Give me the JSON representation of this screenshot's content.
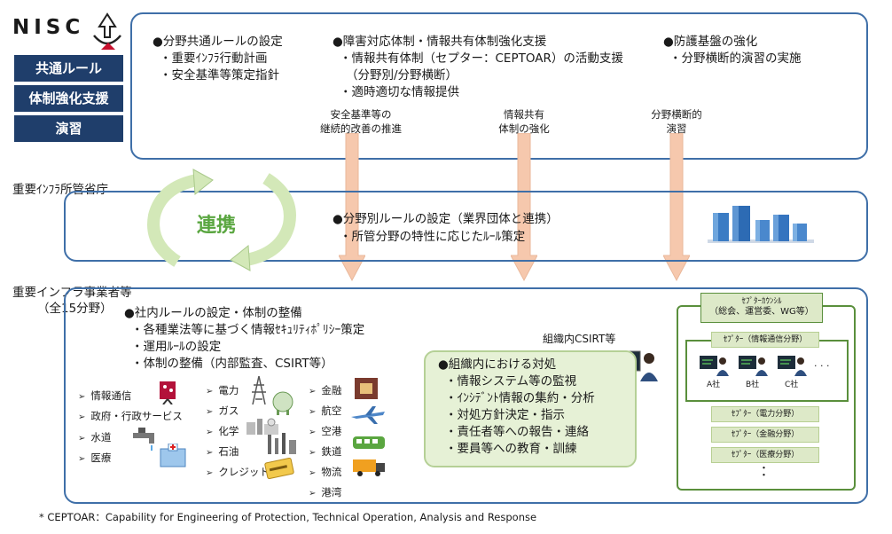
{
  "logo": {
    "text": "NISC"
  },
  "left_labels": [
    "共通ルール",
    "体制強化支援",
    "演習"
  ],
  "top_panel": {
    "col1": {
      "heading": "●分野共通ルールの設定",
      "items": [
        "・重要ｲﾝﾌﾗ行動計画",
        "・安全基準等策定指針"
      ]
    },
    "col2": {
      "heading": "●障害対応体制・情報共有体制強化支援",
      "items": [
        "・情報共有体制（セプター：CEPTOAR）の活動支援",
        "（分野別/分野横断）",
        "・適時適切な情報提供"
      ]
    },
    "col3": {
      "heading": "●防護基盤の強化",
      "items": [
        "・分野横断的演習の実施"
      ]
    }
  },
  "arrow_labels": [
    {
      "line1": "安全基準等の",
      "line2": "継続的改善の推進"
    },
    {
      "line1": "情報共有",
      "line2": "体制の強化"
    },
    {
      "line1": "分野横断的",
      "line2": "演習"
    }
  ],
  "middle": {
    "title": "重要ｲﾝﾌﾗ所管省庁",
    "renkei": "連携",
    "heading": "●分野別ルールの設定（業界団体と連携）",
    "item": "・所管分野の特性に応じたﾙｰﾙ策定"
  },
  "bottom": {
    "title": "重要インフラ事業者等",
    "subtitle": "（全15分野）",
    "heading": "●社内ルールの設定・体制の整備",
    "items": [
      "・各種業法等に基づく情報ｾｷｭﾘﾃｨﾎﾟﾘｼｰ策定",
      "・運用ﾙｰﾙの設定",
      "・体制の整備（内部監査、CSIRT等）"
    ],
    "sectors_col1": [
      "情報通信",
      "政府・行政サービス",
      "水道",
      "医療"
    ],
    "sectors_col2": [
      "電力",
      "ガス",
      "化学",
      "石油",
      "クレジット"
    ],
    "sectors_col3": [
      "金融",
      "航空",
      "空港",
      "鉄道",
      "物流",
      "港湾"
    ],
    "csirt": {
      "label": "組織内CSIRT等",
      "heading": "●組織内における対処",
      "items": [
        "・情報システム等の監視",
        "・ｲﾝｼﾃﾞﾝﾄ情報の集約・分析",
        "・対処方針決定・指示",
        "・責任者等への報告・連絡",
        "・要員等への教育・訓練"
      ]
    },
    "ceptoar": {
      "council": "ｾﾌﾟﾀｰｶｳﾝｼﾙ",
      "council_sub": "（総会、運営委、WG等）",
      "info_comm": "ｾﾌﾟﾀｰ（情報通信分野）",
      "companies": [
        "A社",
        "B社",
        "C社"
      ],
      "dots": ". . .",
      "sectors": [
        "ｾﾌﾟﾀｰ（電力分野）",
        "ｾﾌﾟﾀｰ（金融分野）",
        "ｾﾌﾟﾀｰ（医療分野）"
      ],
      "vdots": "・"
    }
  },
  "footnote": "* CEPTOAR：Capability for Engineering of Protection, Technical Operation, Analysis and Response",
  "colors": {
    "panel_border": "#3f6fa8",
    "label_bg": "#1f3e6b",
    "arrow": "#f6c8ad",
    "green": "#5a8f3c",
    "green_fill": "#e4efd6"
  }
}
